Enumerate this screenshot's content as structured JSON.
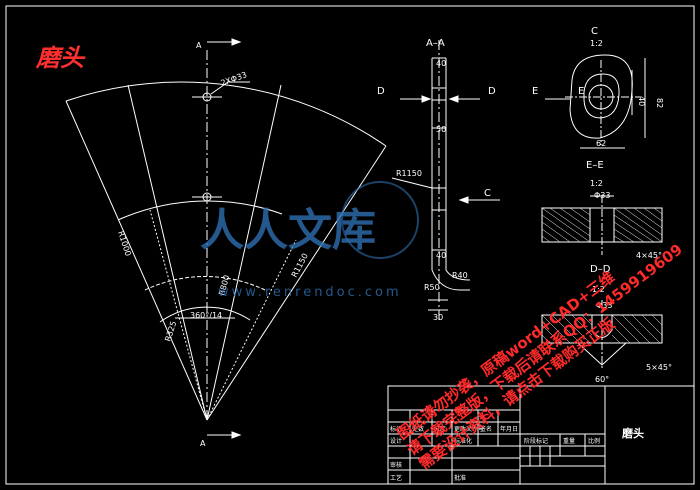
{
  "title_stamp": "磨头",
  "main_view": {
    "section_label_top": "A",
    "section_label_bottom": "A",
    "hole_callout": "2XΦ33",
    "radius_1000": "R1000",
    "radius_800": "R800",
    "radius_1150": "R1150",
    "radius_325": "R325",
    "angle": "360°/14"
  },
  "section_aa": {
    "title": "A–A",
    "dim_40_top": "40",
    "dim_50": "50",
    "dim_40_mid": "40",
    "dim_r1150": "R1150",
    "dim_r40": "R40",
    "dim_r50": "R50",
    "dim_30": "30",
    "marker_d_left": "D",
    "marker_d_right": "D",
    "marker_e_left": "E",
    "marker_e_right": "E",
    "marker_c": "C"
  },
  "view_c": {
    "title": "C",
    "scale": "1:2",
    "dim_62": "62",
    "dim_82": "82",
    "dim_40": "40"
  },
  "section_ee": {
    "title": "E–E",
    "scale": "1:2",
    "hole": "Φ33",
    "chamfer": "4×45°"
  },
  "section_dd": {
    "title": "D–D",
    "scale": "1:2",
    "hole": "Φ33",
    "chamfer": "5×45°",
    "angle": "60°"
  },
  "title_block": {
    "part_name": "磨头",
    "row_labels": [
      "标记",
      "处数",
      "分区",
      "更改文件号",
      "签名",
      "年月日"
    ],
    "design": "设计",
    "standardize": "标准化",
    "stage_mark": "阶段标记",
    "weight": "重量",
    "ratio": "比例",
    "review": "审核",
    "process": "工艺",
    "approve": "批准"
  },
  "watermark": {
    "logo": "人人文库",
    "url": "www.renrendoc.com",
    "line1": "图纸请勿抄袭，原稿word+CAD+三维",
    "line2": "请下载完整版，下载后请联系QQ：1459919609",
    "line3": "需要设计资料，请点击下载购买正版"
  }
}
